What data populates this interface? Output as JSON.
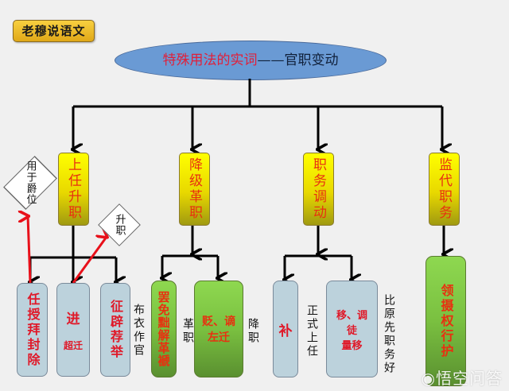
{
  "badge": {
    "label": "老穆说语文"
  },
  "title": {
    "red_part": "特殊用法的实词",
    "dash": "——",
    "dark_part": "官职变动"
  },
  "categories": [
    {
      "label": "上任升职"
    },
    {
      "label": "降级革职"
    },
    {
      "label": "职务调动"
    },
    {
      "label": "监代职务"
    }
  ],
  "diamonds": [
    {
      "label": "用于爵位"
    },
    {
      "label": "升职"
    }
  ],
  "leaves": {
    "rencuo": {
      "label": "任授拜封除"
    },
    "jin": {
      "label": "进",
      "sub": "超迁"
    },
    "zhengbi": {
      "label": "征辟荐举"
    },
    "bamian": {
      "label": "罢免黜解革褫"
    },
    "bian": {
      "line1": "贬、谪",
      "line2": "左迁"
    },
    "bu": {
      "label": "补"
    },
    "yi": {
      "line1": "移、调",
      "line2": "徒",
      "line3": "量移"
    },
    "ling": {
      "label": "领摄权行护"
    }
  },
  "notes": {
    "buyi": "布衣作官",
    "gezhi": "革职",
    "jiangzhi": "降职",
    "zhengshi": "正式上任",
    "bijiao": "比原先职务好"
  },
  "colors": {
    "background": "#f0f0f0",
    "ellipse": "#6a9ad4",
    "title_red": "#e0203a",
    "category_fill": "#ffff00",
    "leaf_blue": "#bcd2dc",
    "leaf_green": "#8ed850",
    "arrow_red": "#e8101a"
  },
  "watermark": {
    "label": "悟空问答"
  }
}
